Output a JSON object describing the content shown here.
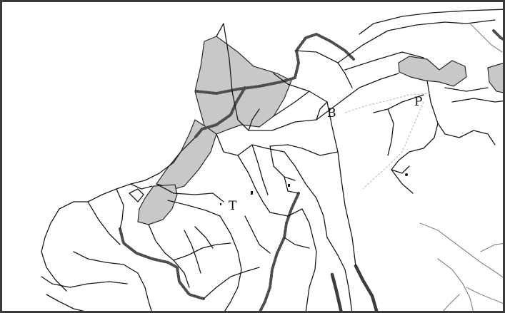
{
  "labels": {
    "b": "B",
    "p": "P",
    "t": "T"
  },
  "colors": {
    "shaded_region": "#c8c8c8",
    "line": "#1a1a1a",
    "border_line": "#4d4d4d",
    "frame": "#3a3a3a"
  }
}
